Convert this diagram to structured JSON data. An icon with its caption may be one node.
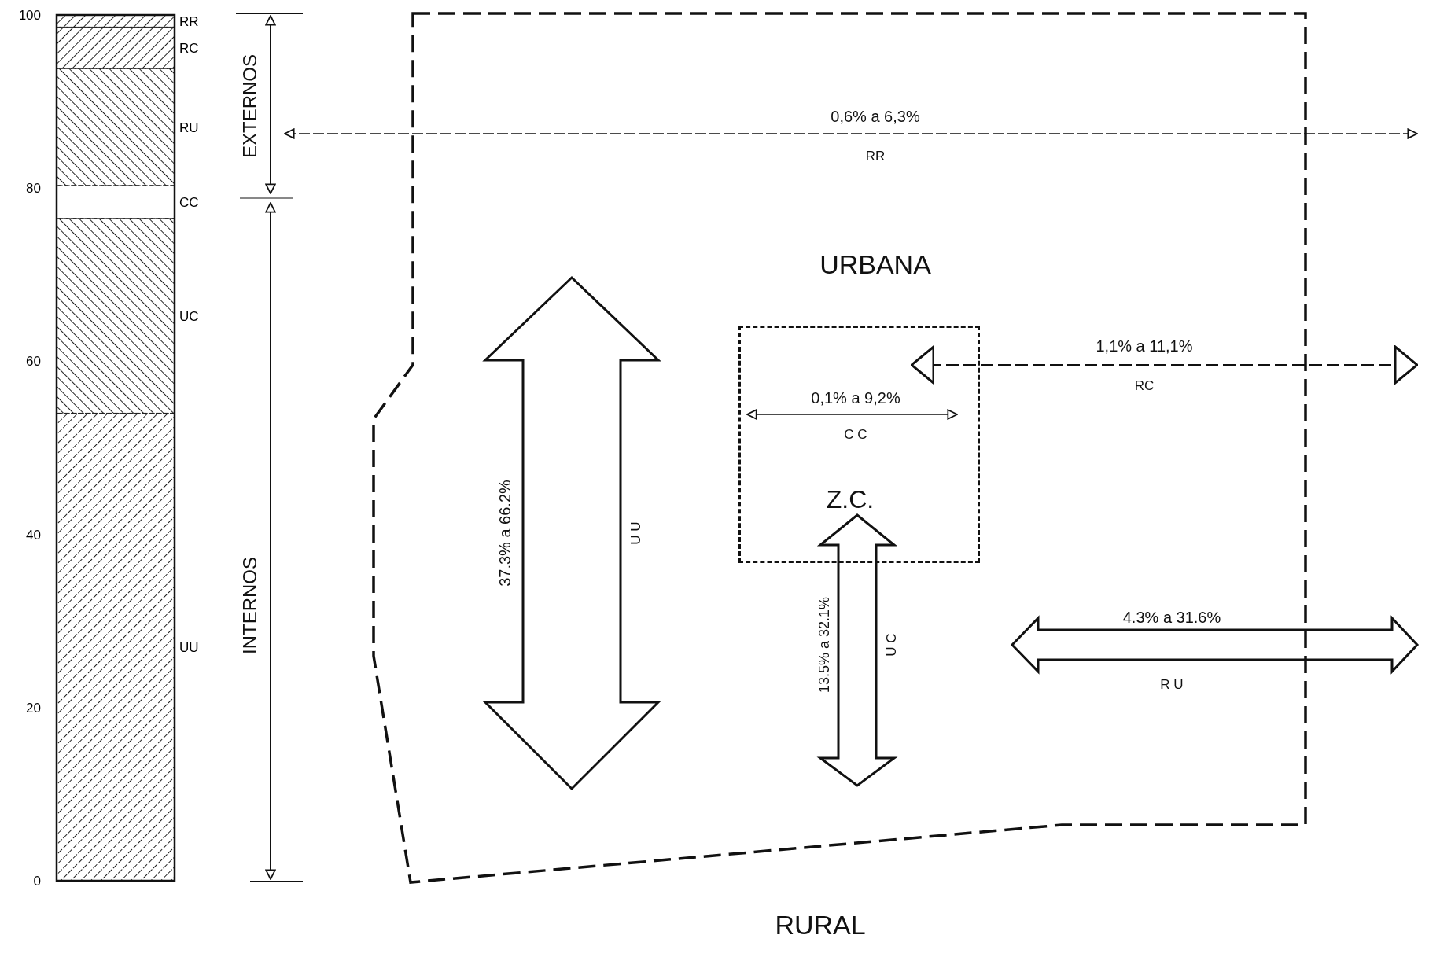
{
  "diagram": {
    "nodes": [
      {
        "text": [
          "URBANA"
        ]
      },
      {
        "text": [
          "Z.C."
        ],
        "in": 0
      }
    ],
    "labels": [
      "EXTERNOS",
      "0,6% a 6,3%",
      "RR",
      "1,1% a 11,1%",
      "RC",
      "0,1% a 9,2%",
      "C C",
      "37.3% a 66.2%",
      "U U",
      "INTERNOS",
      "13.5% a 32.1%",
      "U C",
      "4.3% a 31.6%",
      "R U",
      "RURAL"
    ],
    "chart_data": {
      "type": "bar",
      "stacked": true,
      "categories": [
        null
      ],
      "ylim": [
        0,
        100
      ],
      "yticks": [
        0,
        20,
        40,
        60,
        80,
        100
      ],
      "series": [
        {
          "name": "UU",
          "color": "#222222",
          "values": [
            54
          ]
        },
        {
          "name": "UC",
          "color": "#222222",
          "values": [
            22.5
          ]
        },
        {
          "name": "CC",
          "color": "#222222",
          "values": [
            3.8
          ]
        },
        {
          "name": "RU",
          "color": "#222222",
          "values": [
            13.5
          ]
        },
        {
          "name": "RC",
          "color": "#222222",
          "values": [
            4.8
          ]
        },
        {
          "name": "RR",
          "color": "#222222",
          "values": [
            1.4
          ]
        }
      ]
    }
  }
}
